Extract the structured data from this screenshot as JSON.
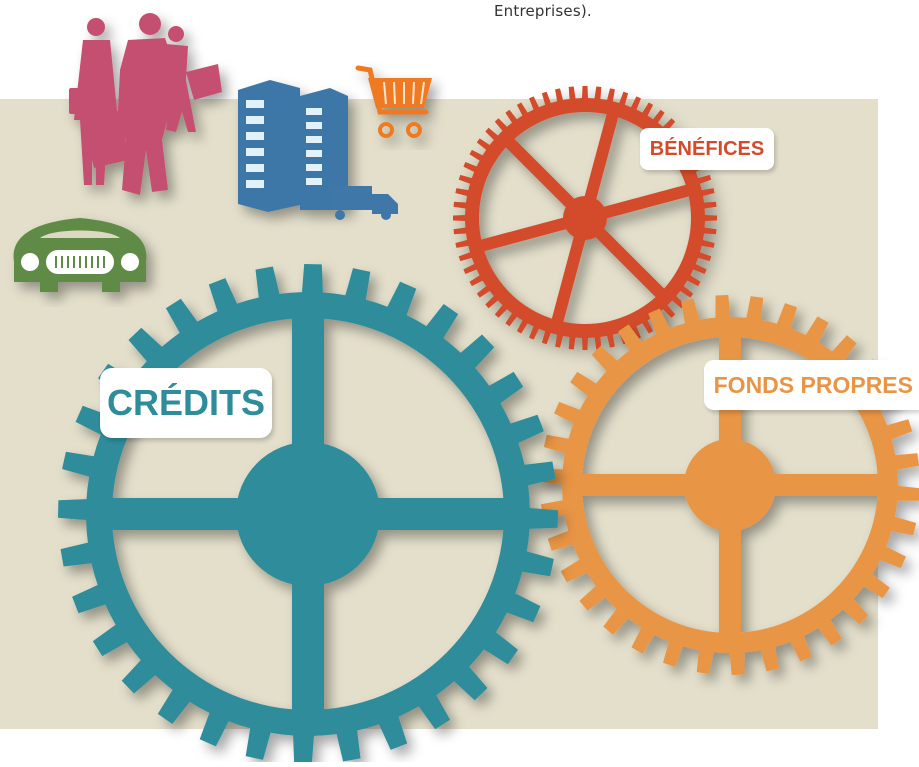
{
  "caption": "Entreprises).",
  "labels": {
    "benefices": "BÉNÉFICES",
    "fonds_propres": "FONDS PROPRES",
    "credits": "CRÉDITS"
  },
  "colors": {
    "panel": "#e3dfcb",
    "teal": "#2f8c9b",
    "red_orange": "#d34b2a",
    "orange": "#e89545",
    "magenta": "#c5506f",
    "blue": "#3e77a8",
    "green": "#5f8b46",
    "shopping_orange": "#ef7a23"
  },
  "icons": [
    "people-icon",
    "buildings-icon",
    "truck-icon",
    "shopping-cart-icon",
    "car-icon"
  ]
}
